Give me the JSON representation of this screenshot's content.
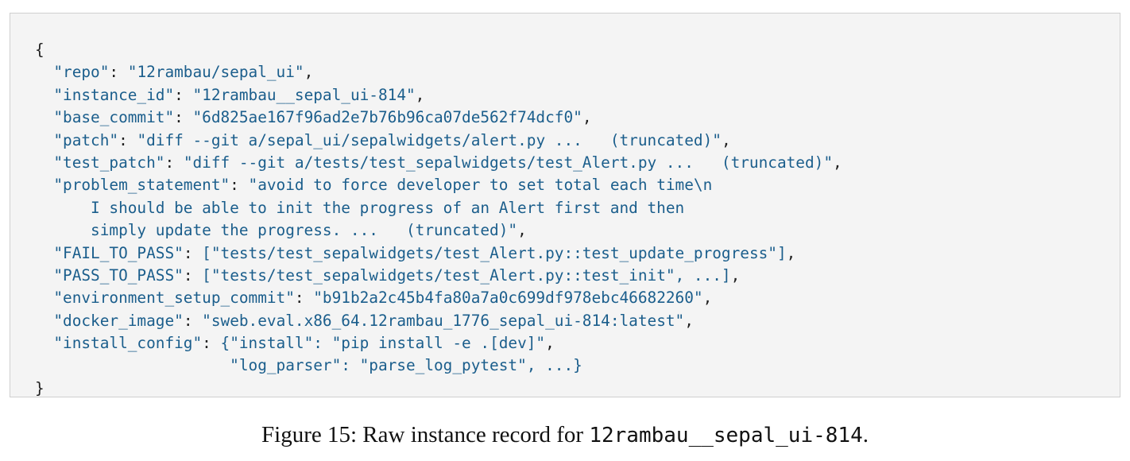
{
  "code_block": {
    "lines": [
      {
        "indent": "",
        "key": "",
        "sep": "",
        "value": "",
        "punct": "{"
      },
      {
        "indent": "  ",
        "key": "\"repo\"",
        "sep": ": ",
        "value": "\"12rambau/sepal_ui\"",
        "punct": ","
      },
      {
        "indent": "  ",
        "key": "\"instance_id\"",
        "sep": ": ",
        "value": "\"12rambau__sepal_ui-814\"",
        "punct": ","
      },
      {
        "indent": "  ",
        "key": "\"base_commit\"",
        "sep": ": ",
        "value": "\"6d825ae167f96ad2e7b76b96ca07de562f74dcf0\"",
        "punct": ","
      },
      {
        "indent": "  ",
        "key": "\"patch\"",
        "sep": ": ",
        "value": "\"diff --git a/sepal_ui/sepalwidgets/alert.py ...   (truncated)\"",
        "punct": ","
      },
      {
        "indent": "  ",
        "key": "\"test_patch\"",
        "sep": ": ",
        "value": "\"diff --git a/tests/test_sepalwidgets/test_Alert.py ...   (truncated)\"",
        "punct": ","
      },
      {
        "indent": "  ",
        "key": "\"problem_statement\"",
        "sep": ": ",
        "value": "\"avoid to force developer to set total each time\\n",
        "punct": ""
      },
      {
        "indent": "      ",
        "key": "",
        "sep": "",
        "value": "I should be able to init the progress of an Alert first and then",
        "punct": ""
      },
      {
        "indent": "      ",
        "key": "",
        "sep": "",
        "value": "simply update the progress. ...   (truncated)\"",
        "punct": ","
      },
      {
        "indent": "  ",
        "key": "\"FAIL_TO_PASS\"",
        "sep": ": ",
        "value": "[\"tests/test_sepalwidgets/test_Alert.py::test_update_progress\"]",
        "punct": ","
      },
      {
        "indent": "  ",
        "key": "\"PASS_TO_PASS\"",
        "sep": ": ",
        "value": "[\"tests/test_sepalwidgets/test_Alert.py::test_init\", ...]",
        "punct": ","
      },
      {
        "indent": "  ",
        "key": "\"environment_setup_commit\"",
        "sep": ": ",
        "value": "\"b91b2a2c45b4fa80a7a0c699df978ebc46682260\"",
        "punct": ","
      },
      {
        "indent": "  ",
        "key": "\"docker_image\"",
        "sep": ": ",
        "value": "\"sweb.eval.x86_64.12rambau_1776_sepal_ui-814:latest\"",
        "punct": ","
      },
      {
        "indent": "  ",
        "key": "\"install_config\"",
        "sep": ": ",
        "value": "{\"install\": \"pip install -e .[dev]\"",
        "punct": ","
      },
      {
        "indent": "                     ",
        "key": "",
        "sep": "",
        "value": "\"log_parser\": \"parse_log_pytest\", ...}",
        "punct": ""
      },
      {
        "indent": "",
        "key": "",
        "sep": "",
        "value": "",
        "punct": "}"
      }
    ]
  },
  "caption": {
    "prefix": "Figure 15: Raw instance record for ",
    "code": "12rambau__sepal_ui-814",
    "suffix": "."
  }
}
